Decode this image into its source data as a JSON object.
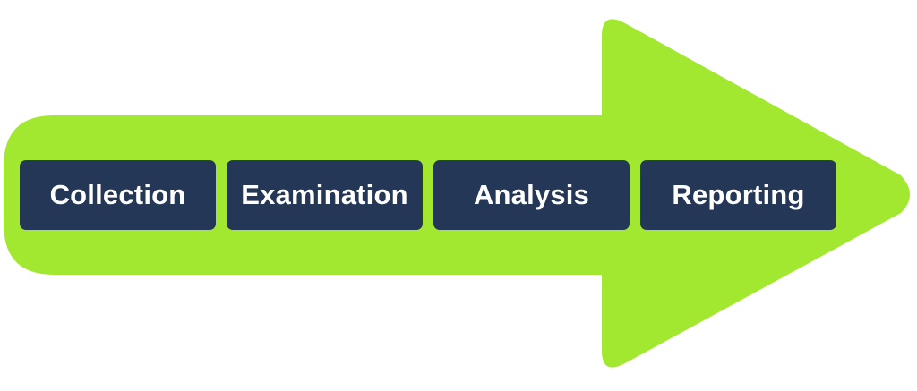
{
  "colors": {
    "arrow_fill": "#a3e830",
    "box_fill": "#243756",
    "label_text": "#ffffff"
  },
  "process": {
    "steps": [
      {
        "label": "Collection"
      },
      {
        "label": "Examination"
      },
      {
        "label": "Analysis"
      },
      {
        "label": "Reporting"
      }
    ]
  }
}
